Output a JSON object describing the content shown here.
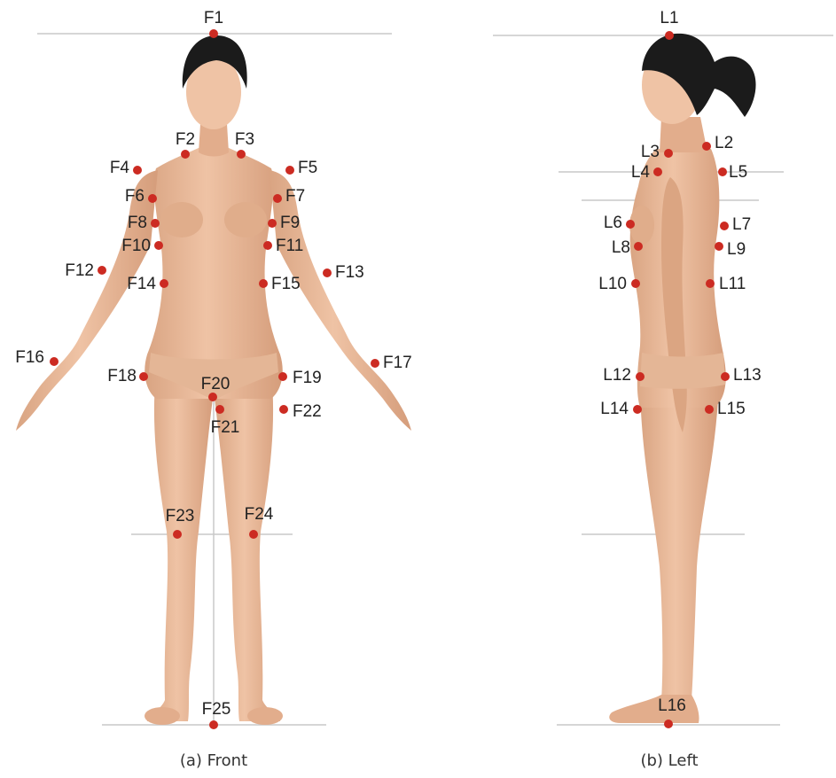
{
  "panels": [
    {
      "id": "front",
      "caption": "(a) Front",
      "landmarks": [
        "F1",
        "F2",
        "F3",
        "F4",
        "F5",
        "F6",
        "F7",
        "F8",
        "F9",
        "F10",
        "F11",
        "F12",
        "F13",
        "F14",
        "F15",
        "F16",
        "F17",
        "F18",
        "F19",
        "F20",
        "F21",
        "F22",
        "F23",
        "F24",
        "F25"
      ]
    },
    {
      "id": "left",
      "caption": "(b) Left",
      "landmarks": [
        "L1",
        "L2",
        "L3",
        "L4",
        "L5",
        "L6",
        "L7",
        "L8",
        "L9",
        "L10",
        "L11",
        "L12",
        "L13",
        "L14",
        "L15",
        "L16"
      ]
    }
  ],
  "colors": {
    "marker": "#cc2b22",
    "skin": "#e9b898",
    "skin_shade": "#d7a07e",
    "hair": "#1b1b1b",
    "guide_line": "#c8c8c8",
    "background": "#ffffff"
  }
}
